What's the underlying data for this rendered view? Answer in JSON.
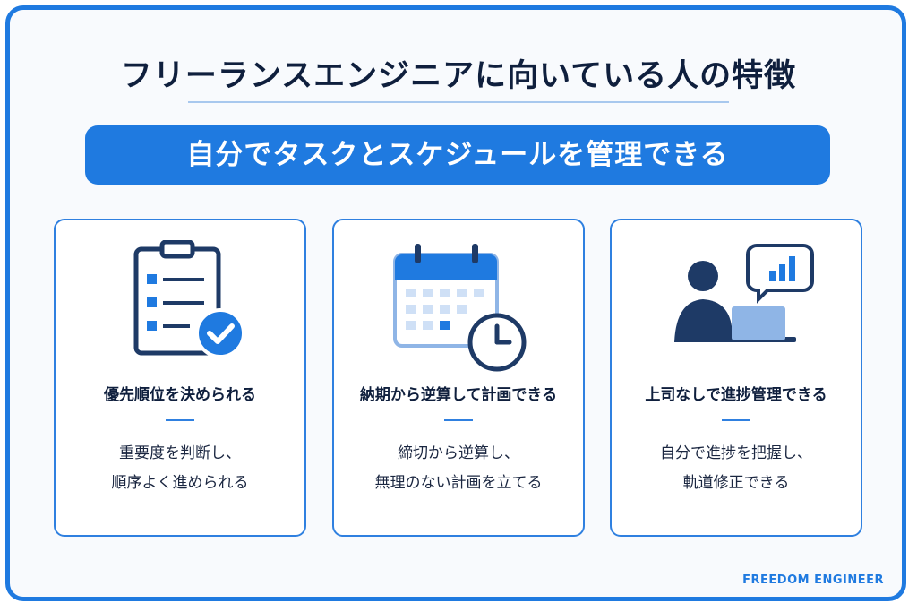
{
  "title": "フリーランスエンジニアに向いている人の特徴",
  "banner": "自分でタスクとスケジュールを管理できる",
  "cards": [
    {
      "icon": "clipboard-check-icon",
      "title": "優先順位を決められる",
      "desc": [
        "重要度を判断し、",
        "順序よく進められる"
      ]
    },
    {
      "icon": "calendar-clock-icon",
      "title": "納期から逆算して計画できる",
      "desc": [
        "締切から逆算し、",
        "無理のない計画を立てる"
      ]
    },
    {
      "icon": "person-laptop-chart-icon",
      "title": "上司なしで進捗管理できる",
      "desc": [
        "自分で進捗を把握し、",
        "軌道修正できる"
      ]
    }
  ],
  "brand": "FREEDOM ENGINEER",
  "colors": {
    "accent": "#1f7ae0",
    "navy": "#1e3a66",
    "light": "#cfe0f6"
  }
}
